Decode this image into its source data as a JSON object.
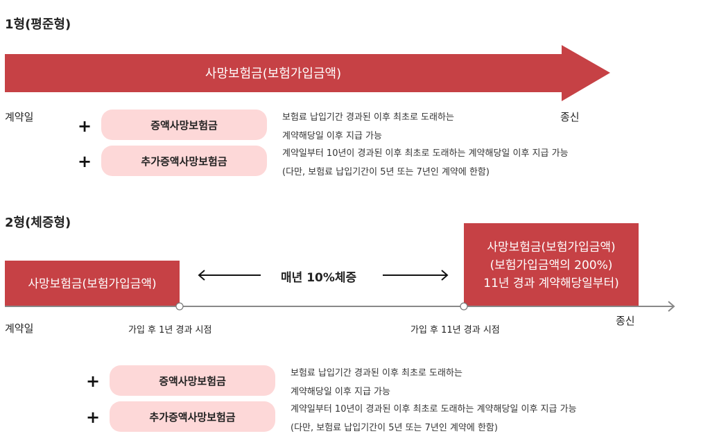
{
  "colors": {
    "accent": "#c64145",
    "pill": "#fdd8d8"
  },
  "type1": {
    "title": "1형(평준형)",
    "arrow_label": "사망보험금(보험가입금액)",
    "start": "계약일",
    "end": "종신",
    "riders": [
      {
        "name": "증액사망보험금",
        "desc1": "보험료 납입기간 경과된 이후 최초로 도래하는",
        "desc2": "계약해당일 이후 지급 가능"
      },
      {
        "name": "추가증액사망보험금",
        "desc1": "계약일부터 10년이 경과된 이후 최초로 도래하는 계약해당일 이후 지급 가능",
        "desc2": "(다만, 보험료 납입기간이 5년 또는 7년인 계약에 한함)"
      }
    ]
  },
  "type2": {
    "title": "2형(체증형)",
    "box1": "사망보험금(보험가입금액)",
    "box2": [
      "사망보험금(보험가입금액)",
      "(보험가입금액의 200%)",
      "11년 경과 계약해당일부터)"
    ],
    "increase": "매년 10%체증",
    "start": "계약일",
    "point1": "가입 후 1년 경과 시점",
    "point2": "가입 후 11년 경과 시점",
    "end": "종신",
    "riders": [
      {
        "name": "증액사망보험금",
        "desc1": "보험료 납입기간 경과된 이후 최초로 도래하는",
        "desc2": "계약해당일 이후 지급 가능"
      },
      {
        "name": "추가증액사망보험금",
        "desc1": "계약일부터 10년이 경과된 이후 최초로 도래하는 계약해당일 이후 지급 가능",
        "desc2": "(다만, 보험료 납입기간이 5년 또는 7년인 계약에 한함)"
      }
    ]
  }
}
